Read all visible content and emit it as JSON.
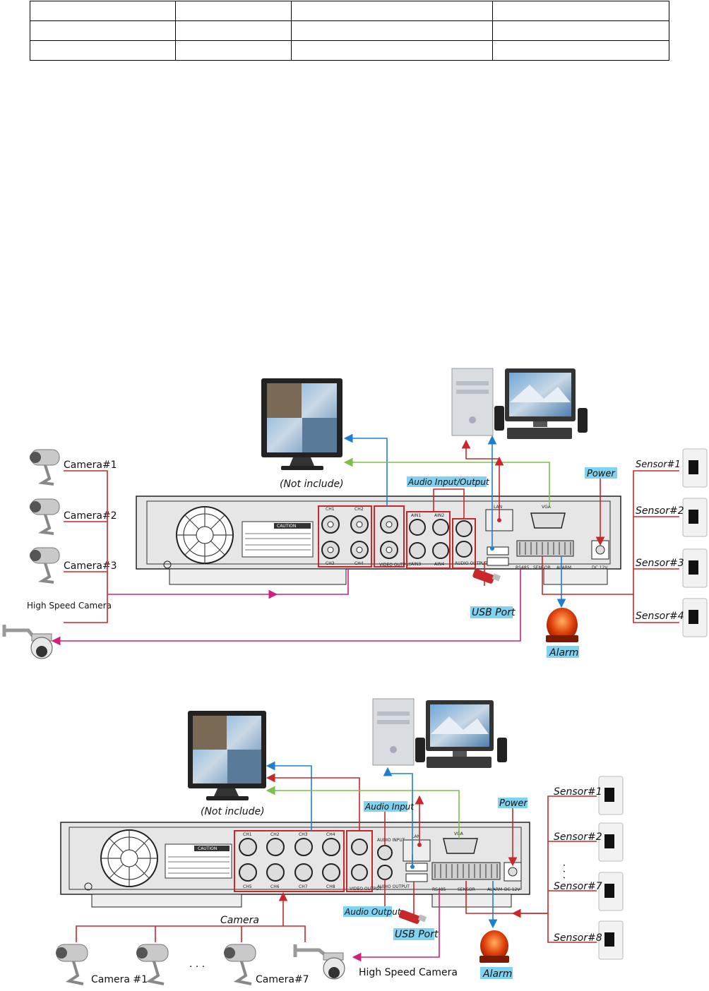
{
  "top_table": {
    "rows": 3,
    "cols": 4
  },
  "colors": {
    "red": "#c8282a",
    "blue": "#1e7fd0",
    "green": "#7cbf4a",
    "magenta": "#d0207a",
    "cyan_label": "#7fd3f0"
  },
  "diagram1": {
    "monitor_label": "(Not include)",
    "cameras": [
      "Camera#1",
      "Camera#2",
      "Camera#3"
    ],
    "high_speed_camera": "High Speed Camera",
    "sensors": [
      "Sensor#1",
      "Sensor#2",
      "Sensor#3",
      "Sensor#4"
    ],
    "audio_label": "Audio Input/Output",
    "power_label": "Power",
    "usb_label": "USB Port",
    "alarm_label": "Alarm",
    "panel": {
      "caution": "CAUTION",
      "ch": [
        "CH1",
        "CH2",
        "CH3",
        "CH4"
      ],
      "video_output": "VIDEO OUTPUT",
      "ain": [
        "AIN1",
        "AIN2",
        "AIN3",
        "AIN4"
      ],
      "audio_output": "AUDIO OUTPUT",
      "lan": "LAN",
      "vga": "VGA",
      "rs485": "RS485",
      "sensor": "SENSOR",
      "alarm": "ALARM",
      "dc": "DC 12V"
    }
  },
  "diagram2": {
    "monitor_label": "(Not include)",
    "camera_group": "Camera",
    "camera_first": "Camera #1",
    "camera_dots": ". . .",
    "camera_last": "Camera#7",
    "high_speed_camera": "High Speed Camera",
    "sensors": [
      "Sensor#1",
      "Sensor#2",
      "Sensor#7",
      "Sensor#8"
    ],
    "sensor_dots": ". . .",
    "audio_input_label": "Audio Input",
    "audio_output_label": "Audio Output",
    "power_label": "Power",
    "usb_label": "USB Port",
    "alarm_label": "Alarm",
    "panel": {
      "caution": "CAUTION",
      "ch": [
        "CH1",
        "CH2",
        "CH3",
        "CH4",
        "CH5",
        "CH6",
        "CH7",
        "CH8"
      ],
      "video_output": "VIDEO OUTPUT",
      "audio_input": "AUDIO INPUT",
      "audio_output": "AUDIO OUTPUT",
      "lan": "LAN",
      "vga": "VGA",
      "rs485": "RS485",
      "sensor": "SENSOR",
      "alarm": "ALARM",
      "dc": "DC 12V"
    }
  }
}
